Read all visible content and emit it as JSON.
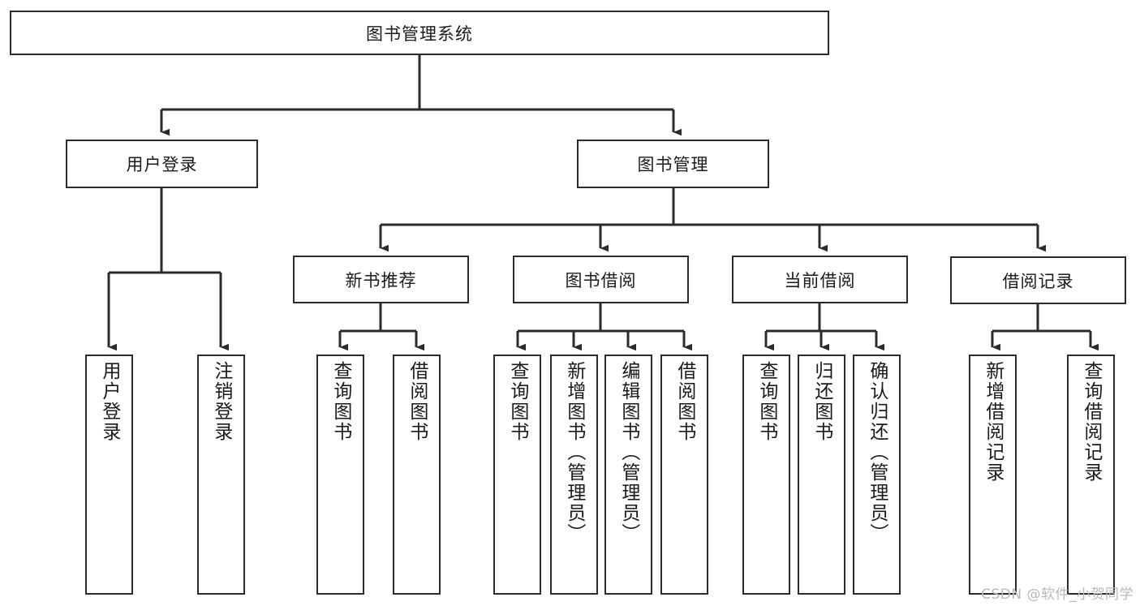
{
  "diagram": {
    "title": "图书管理系统",
    "watermark": "CSDN @软件_小贺同学",
    "theme": {
      "box_border": "#2b2b2b",
      "box_fill": "#ffffff",
      "connector": "#2b2b2b",
      "text": "#1a1a1a",
      "watermark": "#b9b9b9",
      "background": "#ffffff"
    },
    "levels": {
      "root": {
        "label": "图书管理系统"
      },
      "level2": [
        {
          "label": "用户登录"
        },
        {
          "label": "图书管理"
        }
      ],
      "level3": [
        {
          "label": "新书推荐"
        },
        {
          "label": "图书借阅"
        },
        {
          "label": "当前借阅"
        },
        {
          "label": "借阅记录"
        }
      ],
      "leaves": {
        "user_login": [
          {
            "label": "用户登录"
          },
          {
            "label": "注销登录"
          }
        ],
        "new_book_recommend": [
          {
            "label": "查询图书"
          },
          {
            "label": "借阅图书"
          }
        ],
        "book_borrow": [
          {
            "label": "查询图书"
          },
          {
            "label": "新增图书（管理员）"
          },
          {
            "label": "编辑图书（管理员）"
          },
          {
            "label": "借阅图书"
          }
        ],
        "current_borrow": [
          {
            "label": "查询图书"
          },
          {
            "label": "归还图书"
          },
          {
            "label": "确认归还（管理员）"
          }
        ],
        "borrow_record": [
          {
            "label": "新增借阅记录"
          },
          {
            "label": "查询借阅记录"
          }
        ]
      }
    }
  },
  "chart_data": {
    "type": "diagram",
    "subtype": "hierarchy-tree",
    "title": "图书管理系统",
    "orientation": "top-down",
    "nodes": [
      {
        "id": "root",
        "label": "图书管理系统",
        "level": 0,
        "parent": null
      },
      {
        "id": "user-login",
        "label": "用户登录",
        "level": 1,
        "parent": "root"
      },
      {
        "id": "book-manage",
        "label": "图书管理",
        "level": 1,
        "parent": "root"
      },
      {
        "id": "new-book",
        "label": "新书推荐",
        "level": 2,
        "parent": "book-manage"
      },
      {
        "id": "book-borrow",
        "label": "图书借阅",
        "level": 2,
        "parent": "book-manage"
      },
      {
        "id": "current-borrow",
        "label": "当前借阅",
        "level": 2,
        "parent": "book-manage"
      },
      {
        "id": "borrow-record",
        "label": "借阅记录",
        "level": 2,
        "parent": "book-manage"
      },
      {
        "id": "leaf-user-login",
        "label": "用户登录",
        "level": 2,
        "parent": "user-login"
      },
      {
        "id": "leaf-logout",
        "label": "注销登录",
        "level": 2,
        "parent": "user-login"
      },
      {
        "id": "leaf-nb-query",
        "label": "查询图书",
        "level": 3,
        "parent": "new-book"
      },
      {
        "id": "leaf-nb-borrow",
        "label": "借阅图书",
        "level": 3,
        "parent": "new-book"
      },
      {
        "id": "leaf-bb-query",
        "label": "查询图书",
        "level": 3,
        "parent": "book-borrow"
      },
      {
        "id": "leaf-bb-add",
        "label": "新增图书（管理员）",
        "level": 3,
        "parent": "book-borrow"
      },
      {
        "id": "leaf-bb-edit",
        "label": "编辑图书（管理员）",
        "level": 3,
        "parent": "book-borrow"
      },
      {
        "id": "leaf-bb-borrow",
        "label": "借阅图书",
        "level": 3,
        "parent": "book-borrow"
      },
      {
        "id": "leaf-cb-query",
        "label": "查询图书",
        "level": 3,
        "parent": "current-borrow"
      },
      {
        "id": "leaf-cb-return",
        "label": "归还图书",
        "level": 3,
        "parent": "current-borrow"
      },
      {
        "id": "leaf-cb-confirm",
        "label": "确认归还（管理员）",
        "level": 3,
        "parent": "current-borrow"
      },
      {
        "id": "leaf-br-add",
        "label": "新增借阅记录",
        "level": 3,
        "parent": "borrow-record"
      },
      {
        "id": "leaf-br-query",
        "label": "查询借阅记录",
        "level": 3,
        "parent": "borrow-record"
      }
    ],
    "edges": [
      {
        "from": "root",
        "to": "user-login"
      },
      {
        "from": "root",
        "to": "book-manage"
      },
      {
        "from": "user-login",
        "to": "leaf-user-login"
      },
      {
        "from": "user-login",
        "to": "leaf-logout"
      },
      {
        "from": "book-manage",
        "to": "new-book"
      },
      {
        "from": "book-manage",
        "to": "book-borrow"
      },
      {
        "from": "book-manage",
        "to": "current-borrow"
      },
      {
        "from": "book-manage",
        "to": "borrow-record"
      },
      {
        "from": "new-book",
        "to": "leaf-nb-query"
      },
      {
        "from": "new-book",
        "to": "leaf-nb-borrow"
      },
      {
        "from": "book-borrow",
        "to": "leaf-bb-query"
      },
      {
        "from": "book-borrow",
        "to": "leaf-bb-add"
      },
      {
        "from": "book-borrow",
        "to": "leaf-bb-edit"
      },
      {
        "from": "book-borrow",
        "to": "leaf-bb-borrow"
      },
      {
        "from": "current-borrow",
        "to": "leaf-cb-query"
      },
      {
        "from": "current-borrow",
        "to": "leaf-cb-return"
      },
      {
        "from": "current-borrow",
        "to": "leaf-cb-confirm"
      },
      {
        "from": "borrow-record",
        "to": "leaf-br-add"
      },
      {
        "from": "borrow-record",
        "to": "leaf-br-query"
      }
    ]
  }
}
